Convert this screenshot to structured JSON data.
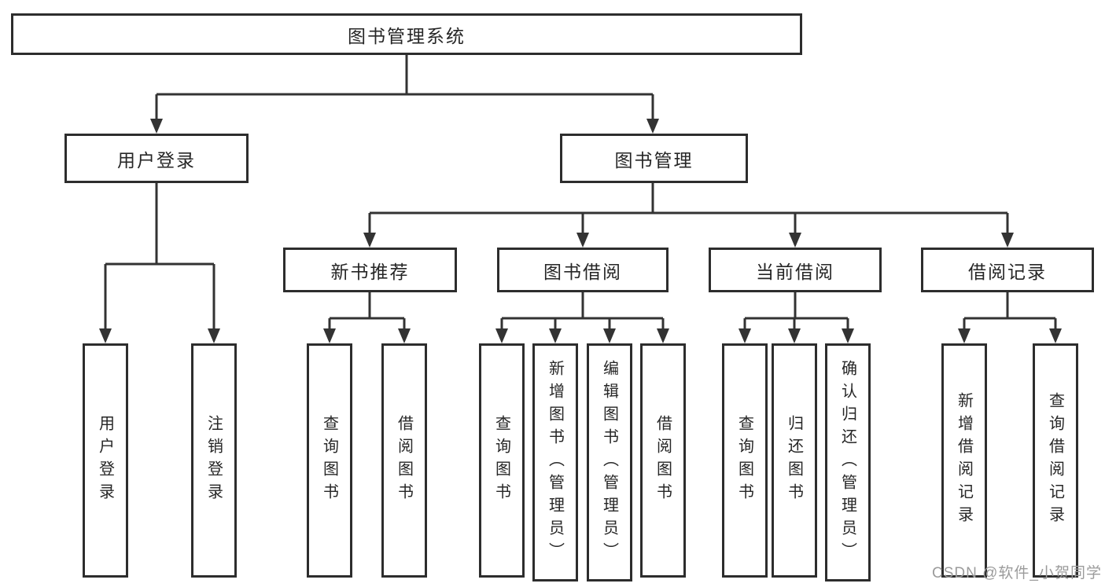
{
  "diagram": {
    "root": "图书管理系统",
    "branches": {
      "user_login": "用户登录",
      "book_management": "图书管理"
    },
    "modules": {
      "new_book_recommend": "新书推荐",
      "book_borrow": "图书借阅",
      "current_borrow": "当前借阅",
      "borrow_records": "借阅记录"
    },
    "leaves": {
      "user_login": [
        "用户登录",
        "注销登录"
      ],
      "new_book_recommend": [
        "查询图书",
        "借阅图书"
      ],
      "book_borrow": [
        "查询图书",
        "新增图书（管理员）",
        "编辑图书（管理员）",
        "借阅图书"
      ],
      "current_borrow": [
        "查询图书",
        "归还图书",
        "确认归还（管理员）"
      ],
      "borrow_records": [
        "新增借阅记录",
        "查询借阅记录"
      ]
    }
  },
  "watermark": "CSDN @软件_小贺同学",
  "colors": {
    "line": "#333333",
    "box_border": "#2d2d2d",
    "text": "#262626",
    "watermark": "#9b9b9b",
    "background": "#ffffff"
  }
}
